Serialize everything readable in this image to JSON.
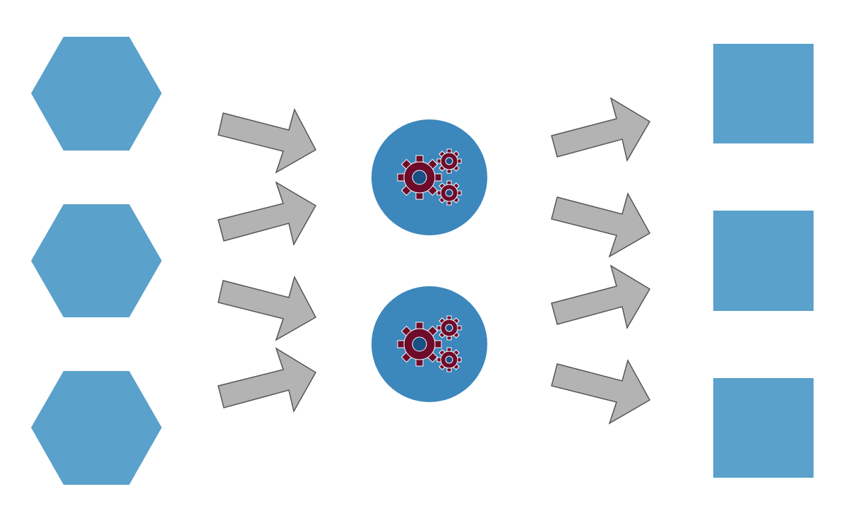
{
  "diagram": {
    "inputs": [
      {
        "shape": "hexagon",
        "color": "#5aa1cb"
      },
      {
        "shape": "hexagon",
        "color": "#5aa1cb"
      },
      {
        "shape": "hexagon",
        "color": "#5aa1cb"
      }
    ],
    "processors": [
      {
        "shape": "circle",
        "color": "#3c87bc",
        "icon": "gears-icon",
        "gear_color": "#6e0b2a",
        "hub_color": "#1a4f83"
      },
      {
        "shape": "circle",
        "color": "#3c87bc",
        "icon": "gears-icon",
        "gear_color": "#6e0b2a",
        "hub_color": "#1a4f83"
      }
    ],
    "outputs": [
      {
        "shape": "square",
        "color": "#5aa1cb"
      },
      {
        "shape": "square",
        "color": "#5aa1cb"
      },
      {
        "shape": "square",
        "color": "#5aa1cb"
      }
    ],
    "arrow_color": "#b3b3b3",
    "arrow_outline": "#555555",
    "input_arrow_count": 4,
    "output_arrow_count": 4
  }
}
